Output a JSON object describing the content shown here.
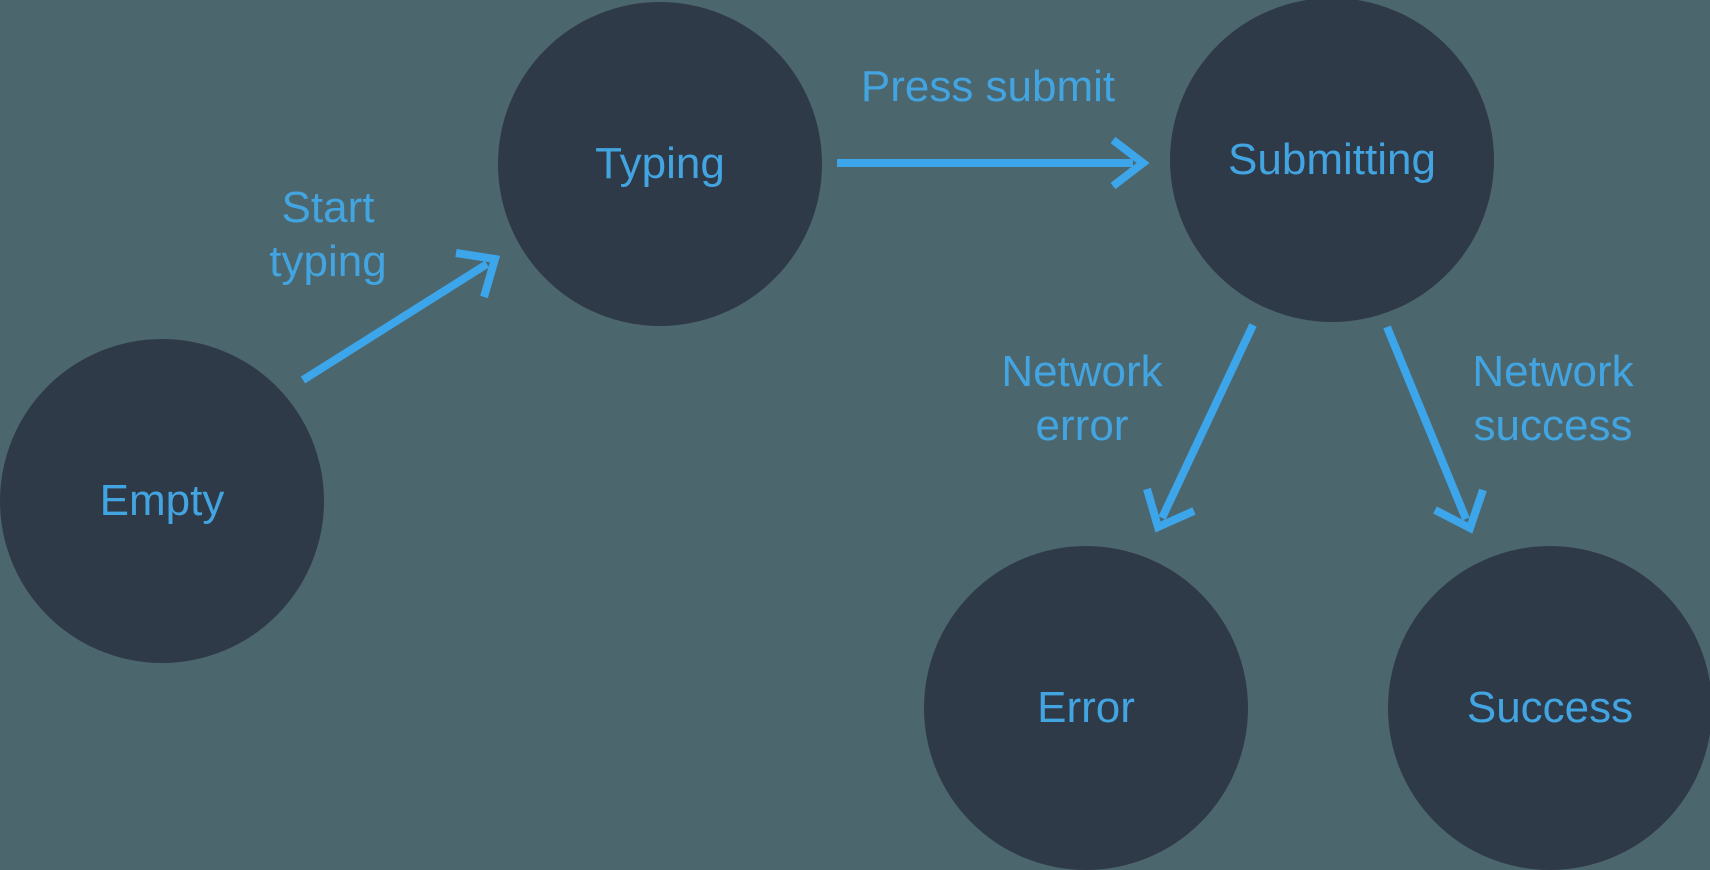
{
  "diagram": {
    "type": "state-machine-flow",
    "colors": {
      "background": "#4C666E",
      "node_fill": "#2F3A49",
      "label_text": "#42A4E0",
      "arrow": "#3DA5EA"
    },
    "nodes": [
      {
        "id": "empty",
        "label": "Empty"
      },
      {
        "id": "typing",
        "label": "Typing"
      },
      {
        "id": "submitting",
        "label": "Submitting"
      },
      {
        "id": "error",
        "label": "Error"
      },
      {
        "id": "success",
        "label": "Success"
      }
    ],
    "edges": [
      {
        "from": "empty",
        "to": "typing",
        "label": "Start typing"
      },
      {
        "from": "typing",
        "to": "submitting",
        "label": "Press submit"
      },
      {
        "from": "submitting",
        "to": "error",
        "label": "Network error"
      },
      {
        "from": "submitting",
        "to": "success",
        "label": "Network success"
      }
    ]
  }
}
